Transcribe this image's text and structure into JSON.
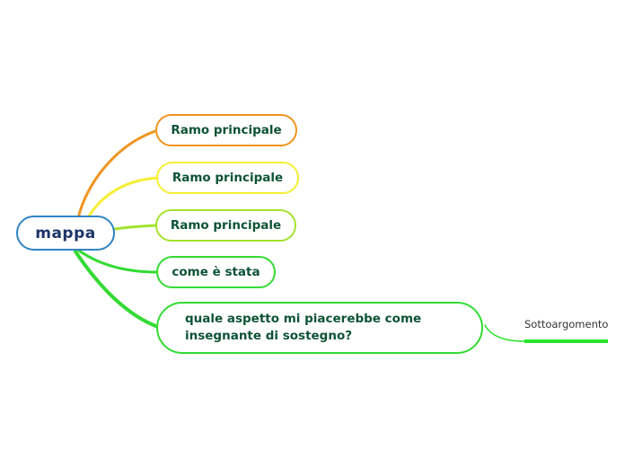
{
  "canvas": {
    "background_color": "#ffffff"
  },
  "map": {
    "root": {
      "label": "mappa",
      "border_color": "#3085C3",
      "text_color": "#1C3468",
      "fill_color": "#ffffff"
    },
    "branch_text_color": "#0E5336",
    "branches": [
      {
        "label": "Ramo principale",
        "border_color": "#F0941F"
      },
      {
        "label": "Ramo principale",
        "border_color": "#F6EE33"
      },
      {
        "label": "Ramo principale",
        "border_color": "#A3E32C"
      },
      {
        "label": "come è stata",
        "border_color": "#33DB33"
      },
      {
        "label": "quale aspetto mi piacerebbe come insegnante di sostegno?",
        "border_color": "#33DB33"
      }
    ],
    "subtopic": {
      "label": "Sottoargomento",
      "line_color": "#2AE52A",
      "text_color": "#333333"
    }
  }
}
